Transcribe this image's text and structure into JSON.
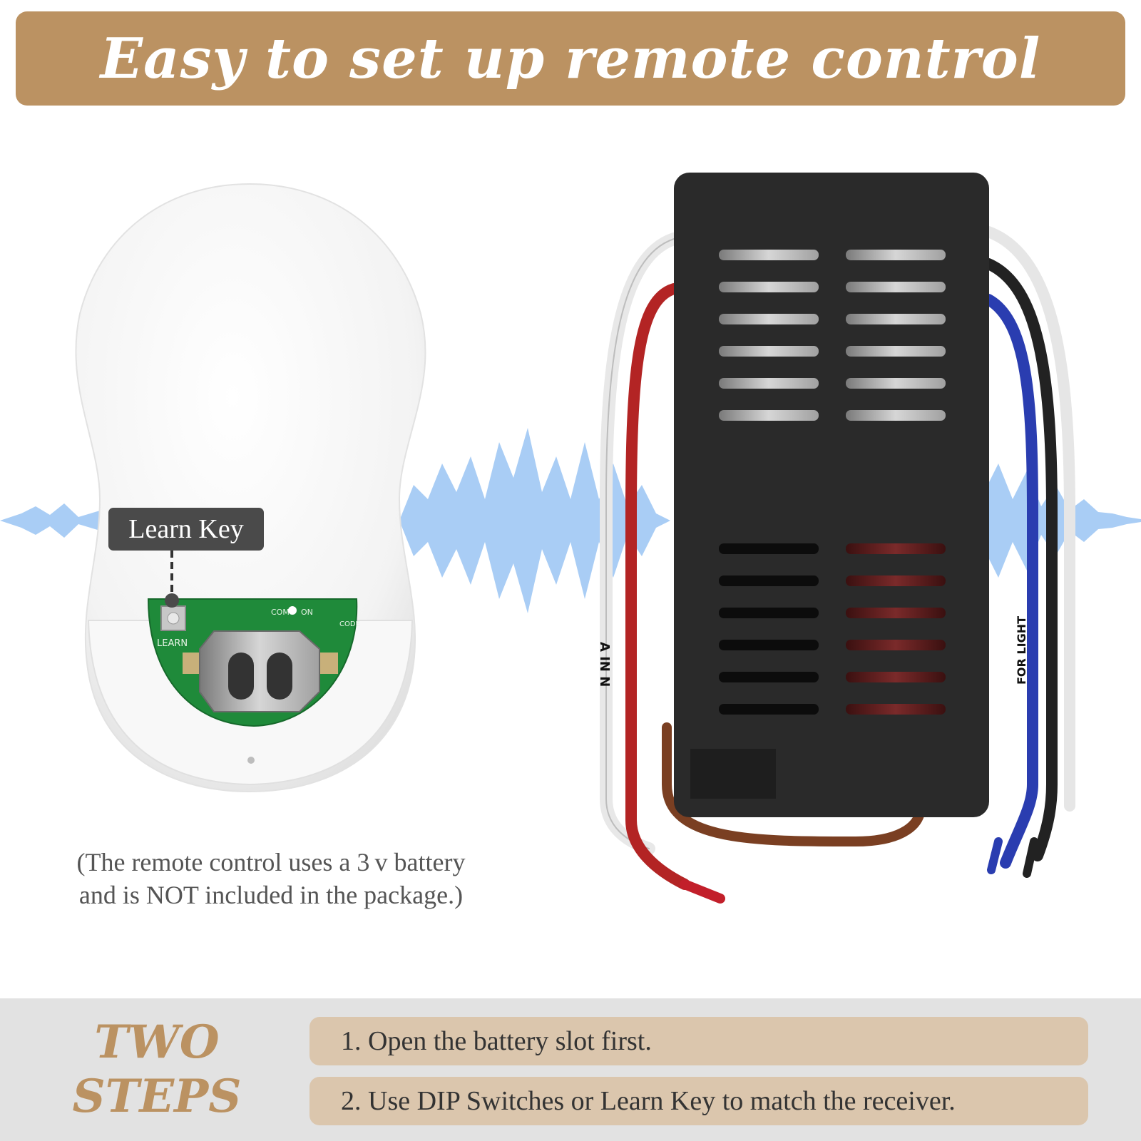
{
  "banner": {
    "title": "Easy to set up remote control"
  },
  "remote": {
    "learn_key_label": "Learn Key",
    "board_text": {
      "learn": "LEARN",
      "com": "COM",
      "on": "ON",
      "code": "CODE"
    }
  },
  "receiver": {
    "left_wire_text": "A IN N",
    "right_wire_text": "FOR LIGHT"
  },
  "note": {
    "line1": "(The remote control uses a  3 v battery",
    "line2": "and is NOT included in the package.)"
  },
  "steps": {
    "heading_line1": "TWO",
    "heading_line2": "STEPS",
    "items": [
      {
        "text": "1. Open the battery slot first."
      },
      {
        "text": "2. Use DIP Switches or Learn Key to match the receiver."
      }
    ]
  },
  "colors": {
    "accent": "#bb9262",
    "step_bar": "#dbc6ad",
    "footer_bg": "#e2e2e2",
    "wave": "#a9cdf5",
    "receiver_body": "#2a2a2a",
    "pcb_green": "#1f8a3a"
  }
}
